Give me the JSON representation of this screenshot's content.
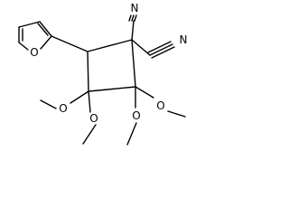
{
  "figure": {
    "type": "chemical-structure",
    "colors": {
      "bond": "#000000",
      "label": "#000000",
      "background": "#ffffff"
    },
    "atom_labels": {
      "furan_oxygen": "O",
      "nitrile_nitrogen_1": "N",
      "nitrile_nitrogen_2": "N",
      "methoxy_oxygen_1": "O",
      "methoxy_oxygen_2": "O",
      "methoxy_oxygen_3": "O",
      "methoxy_oxygen_4": "O"
    }
  }
}
